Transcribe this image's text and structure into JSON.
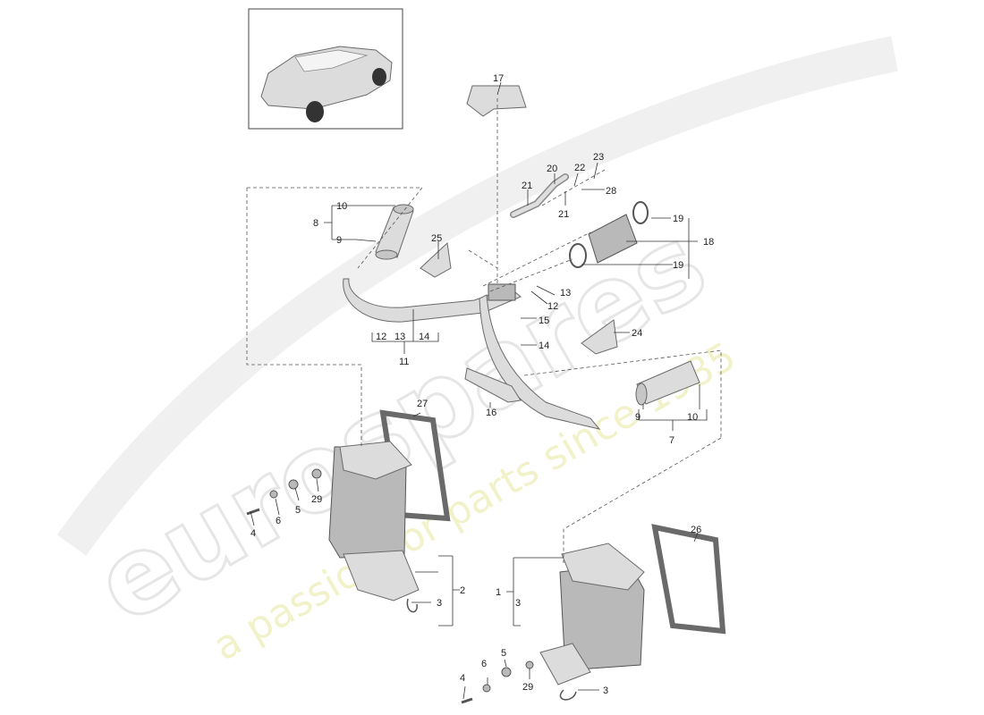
{
  "watermark": {
    "logo": "eurospares",
    "tagline": "a passion for parts since 1985"
  },
  "labels": {
    "l1": "1",
    "l2": "2",
    "l3a": "3",
    "l3b": "3",
    "l3c": "3",
    "l4a": "4",
    "l4b": "4",
    "l5a": "5",
    "l5b": "5",
    "l6a": "6",
    "l6b": "6",
    "l7": "7",
    "l8": "8",
    "l9a": "9",
    "l9b": "9",
    "l10a": "10",
    "l10b": "10",
    "l11": "11",
    "l12a": "12",
    "l12b": "12",
    "l13a": "13",
    "l13b": "13",
    "l14a": "14",
    "l14b": "14",
    "l15": "15",
    "l16": "16",
    "l17": "17",
    "l18": "18",
    "l19a": "19",
    "l19b": "19",
    "l20": "20",
    "l21a": "21",
    "l21b": "21",
    "l22": "22",
    "l23": "23",
    "l24": "24",
    "l25": "25",
    "l26": "26",
    "l27": "27",
    "l28": "28",
    "l29a": "29",
    "l29b": "29"
  }
}
